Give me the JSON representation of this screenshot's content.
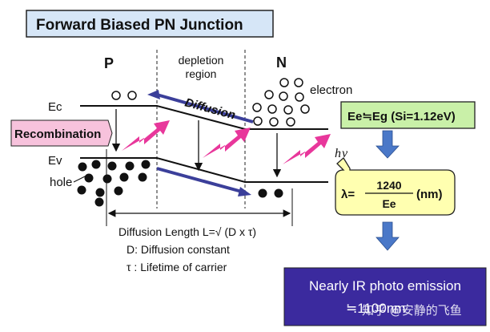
{
  "title": "Forward Biased PN Junction",
  "labels": {
    "p": "P",
    "n": "N",
    "depletion": [
      "depletion",
      "region"
    ],
    "ec": "Ec",
    "ev": "Ev",
    "hole": "hole",
    "electron": "electron",
    "diffusion": "Diffusion",
    "recombination": "Recombination",
    "hv_h": "h",
    "hv_nu": "ν"
  },
  "formulas": {
    "diffusion_length": "Diffusion Length L=√ (D x τ)",
    "d_def": "D: Diffusion constant",
    "tau_def": "τ : Lifetime of carrier"
  },
  "energy_box": "Ee≒Eg (Si=1.12eV)",
  "wavelength": {
    "lambda": "λ=",
    "numerator": "1240",
    "denominator": "Ee",
    "unit": "(nm)"
  },
  "result_box": [
    "Nearly IR photo emission",
    "≒1100nm"
  ],
  "watermark": "知乎 @安静的飞鱼",
  "colors": {
    "title_bg": "#d6e6f7",
    "energy_bg": "#c9f0a8",
    "lambda_bg": "#ffffb0",
    "result_bg": "#3b2a9e",
    "arrow_blue": "#4a78c8",
    "diffusion_arrow": "#3b3f9a",
    "photon": "#e8379b",
    "recomb_bg": "#f7c2dc"
  }
}
